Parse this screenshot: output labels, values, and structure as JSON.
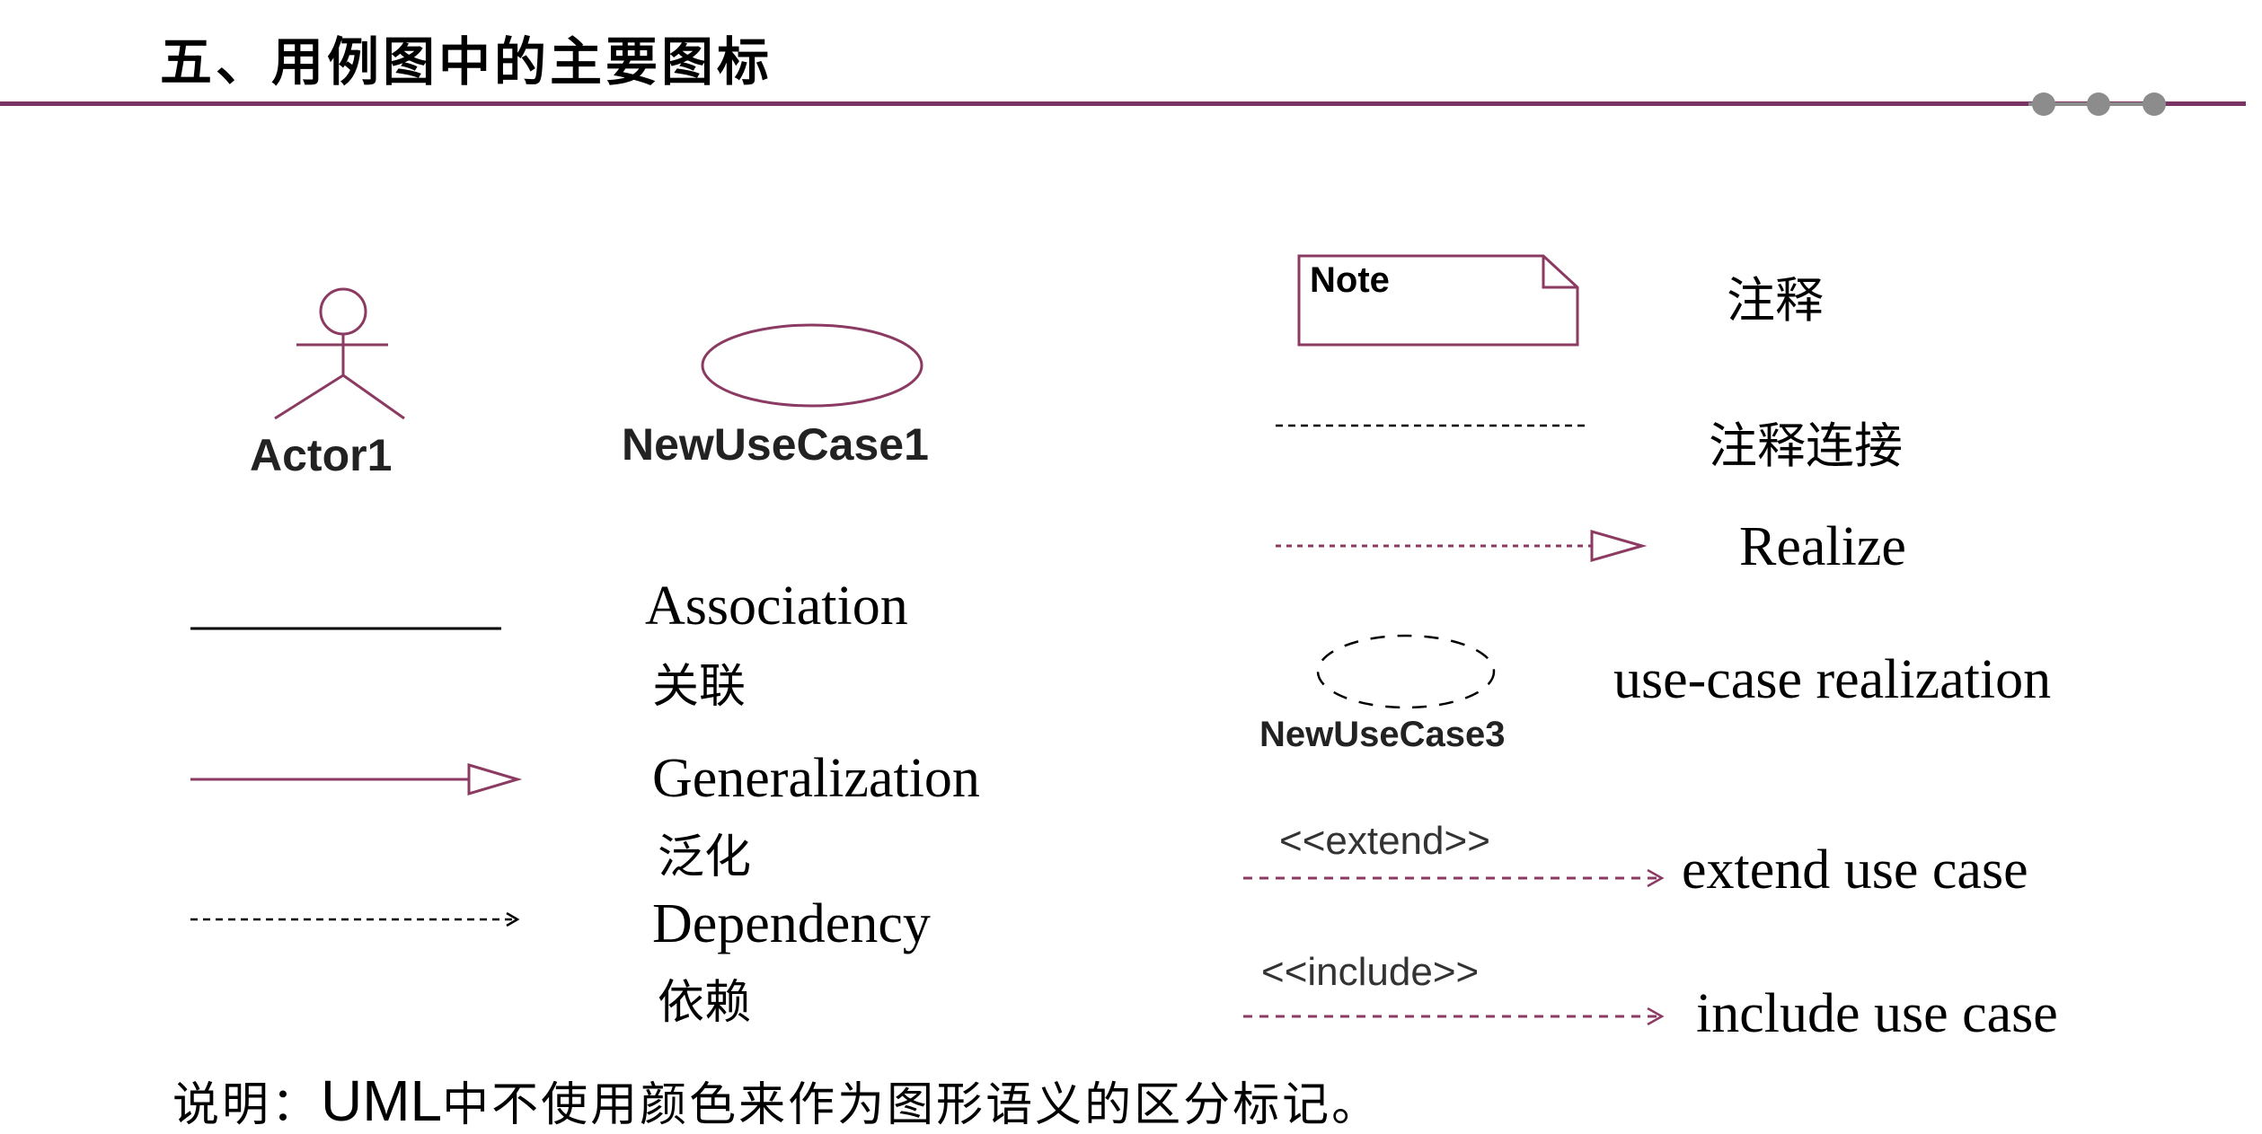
{
  "title": "五、用例图中的主要图标",
  "colors": {
    "accent": "#8b3a62",
    "rule": "#7a3466",
    "dot": "#8c8c8c",
    "line": "#000000"
  },
  "icons": {
    "actor": {
      "label": "Actor1"
    },
    "use_case": {
      "label": "NewUseCase1"
    },
    "association": {
      "label_en": "Association",
      "label_zh": "关联"
    },
    "generalization": {
      "label_en": "Generalization",
      "label_zh": "泛化"
    },
    "dependency": {
      "label_en": "Dependency",
      "label_zh": "依赖"
    },
    "note": {
      "shape_text": "Note",
      "label": "注释"
    },
    "note_link": {
      "label": "注释连接"
    },
    "realize": {
      "label": "Realize"
    },
    "use_case_realization": {
      "shape_text": "NewUseCase3",
      "label": "use-case realization"
    },
    "extend": {
      "stereotype": "<<extend>>",
      "label": "extend use case"
    },
    "include": {
      "stereotype": "<<include>>",
      "label": "include use case"
    }
  },
  "footer": {
    "prefix": "说明：",
    "uml": "UML",
    "suffix": "中不使用颜色来作为图形语义的区分标记。"
  }
}
